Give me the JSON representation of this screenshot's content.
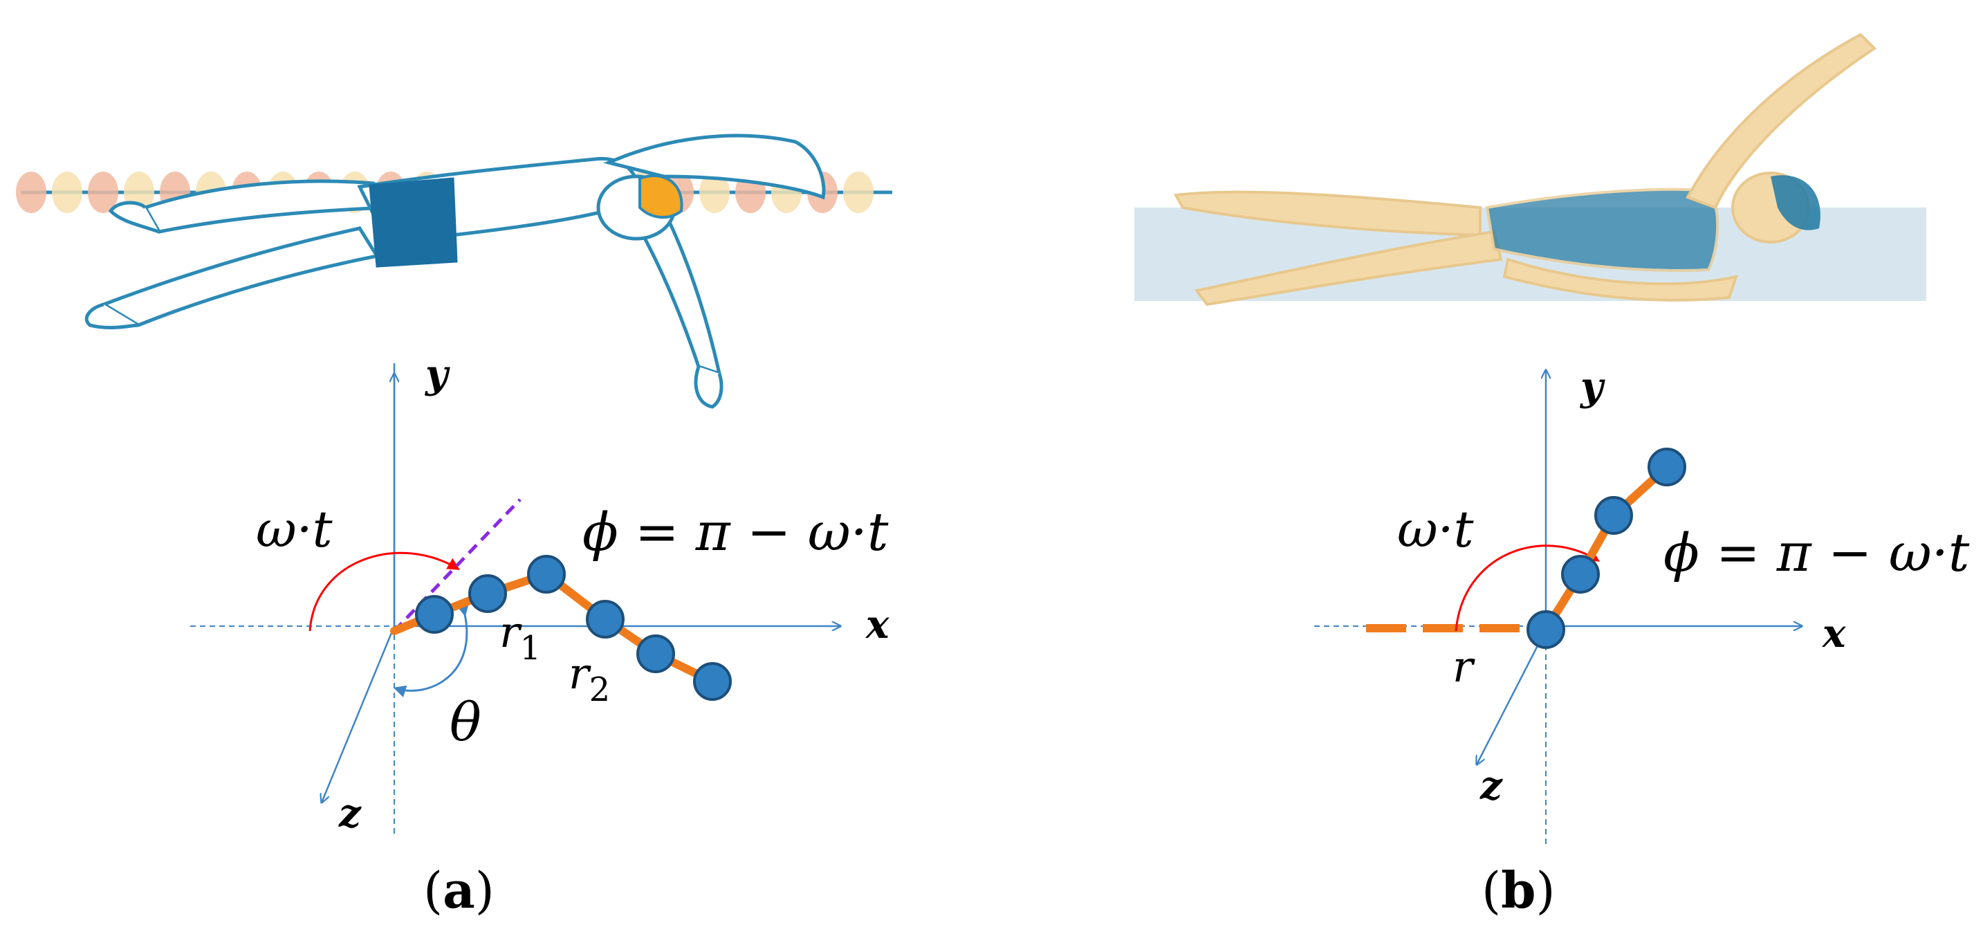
{
  "panel_a": {
    "axis_x_label": "x",
    "axis_y_label": "y",
    "axis_z_label": "z",
    "omega_t_label": "ω·t",
    "phi_equation": "ϕ = π − ω·t",
    "theta_label": "θ",
    "r1_base": "r",
    "r1_sub": "1",
    "r2_base": "r",
    "r2_sub": "2",
    "caption_open": "(",
    "caption_letter": "a",
    "caption_close": ")"
  },
  "panel_b": {
    "axis_x_label": "x",
    "axis_y_label": "y",
    "axis_z_label": "z",
    "omega_t_label": "ω·t",
    "phi_equation": "ϕ = π − ω·t",
    "r_label": "r",
    "caption_open": "(",
    "caption_letter": "b",
    "caption_close": ")"
  },
  "colors": {
    "axis": "#3f85c6",
    "link": "#f07b1c",
    "node_fill": "#2f7fc1",
    "node_stroke": "#1d4f7a",
    "arc_red": "#ff0000",
    "dashed_purple": "#8a2be2",
    "swimmer_outline": "#2c8ab6",
    "swimmer_dark": "#1a6ea0",
    "cap_orange": "#f5a623",
    "lane_orange": "#f2b8a0",
    "lane_yellow": "#f7e0b0",
    "skin_tan": "#f3d9a8",
    "water_blue": "#c9dde8",
    "suit_blue": "#2b7ea6"
  }
}
